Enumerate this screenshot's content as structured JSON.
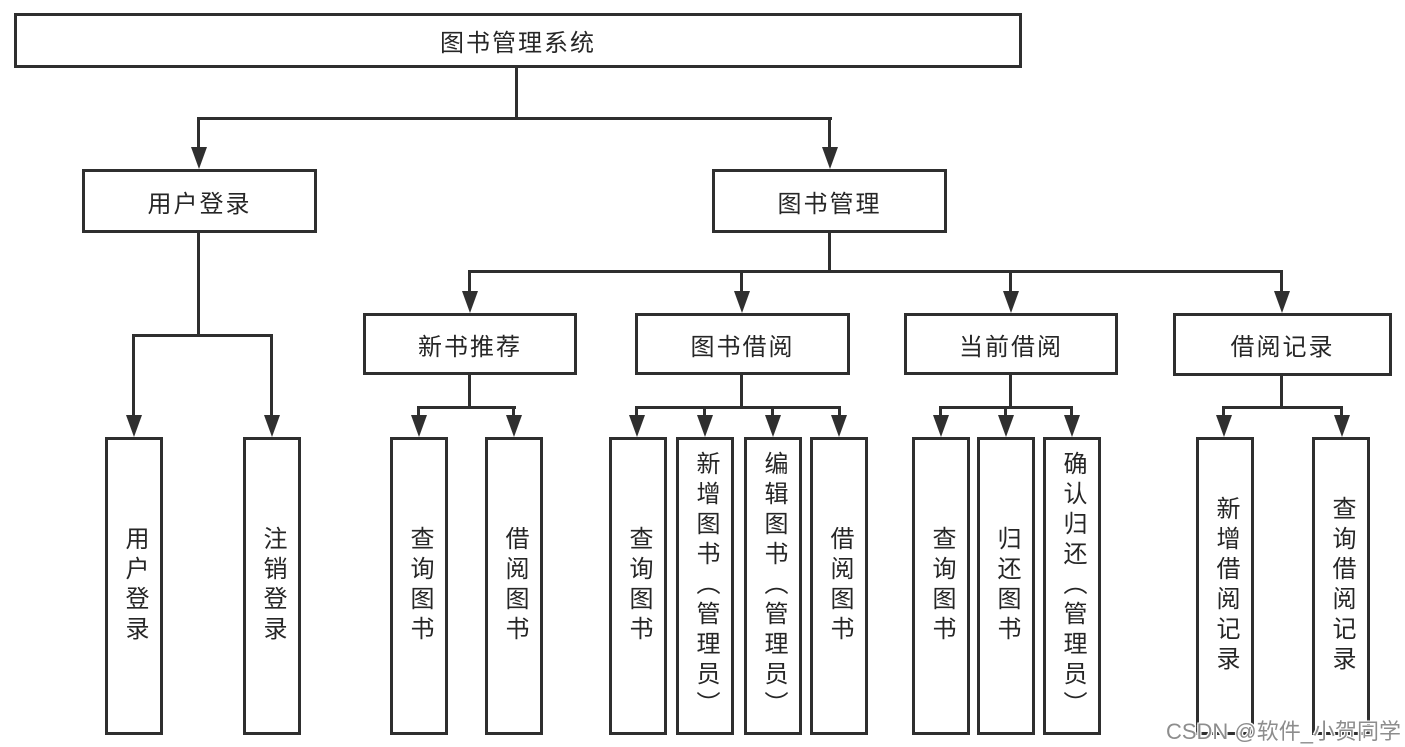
{
  "tree": {
    "label": "图书管理系统",
    "children": [
      {
        "label": "用户登录",
        "children": [
          {
            "label": "用户登录"
          },
          {
            "label": "注销登录"
          }
        ]
      },
      {
        "label": "图书管理",
        "children": [
          {
            "label": "新书推荐",
            "children": [
              {
                "label": "查询图书"
              },
              {
                "label": "借阅图书"
              }
            ]
          },
          {
            "label": "图书借阅",
            "children": [
              {
                "label": "查询图书"
              },
              {
                "label": "新增图书（管理员）"
              },
              {
                "label": "编辑图书（管理员）"
              },
              {
                "label": "借阅图书"
              }
            ]
          },
          {
            "label": "当前借阅",
            "children": [
              {
                "label": "查询图书"
              },
              {
                "label": "归还图书"
              },
              {
                "label": "确认归还（管理员）"
              }
            ]
          },
          {
            "label": "借阅记录",
            "children": [
              {
                "label": "新增借阅记录"
              },
              {
                "label": "查询借阅记录"
              }
            ]
          }
        ]
      }
    ]
  },
  "watermark": {
    "text": "CSDN @软件_小贺同学"
  },
  "colors": {
    "line": "#2f2f2f",
    "text": "#262626",
    "watermark": "#8d8d8d",
    "background": "#ffffff"
  }
}
